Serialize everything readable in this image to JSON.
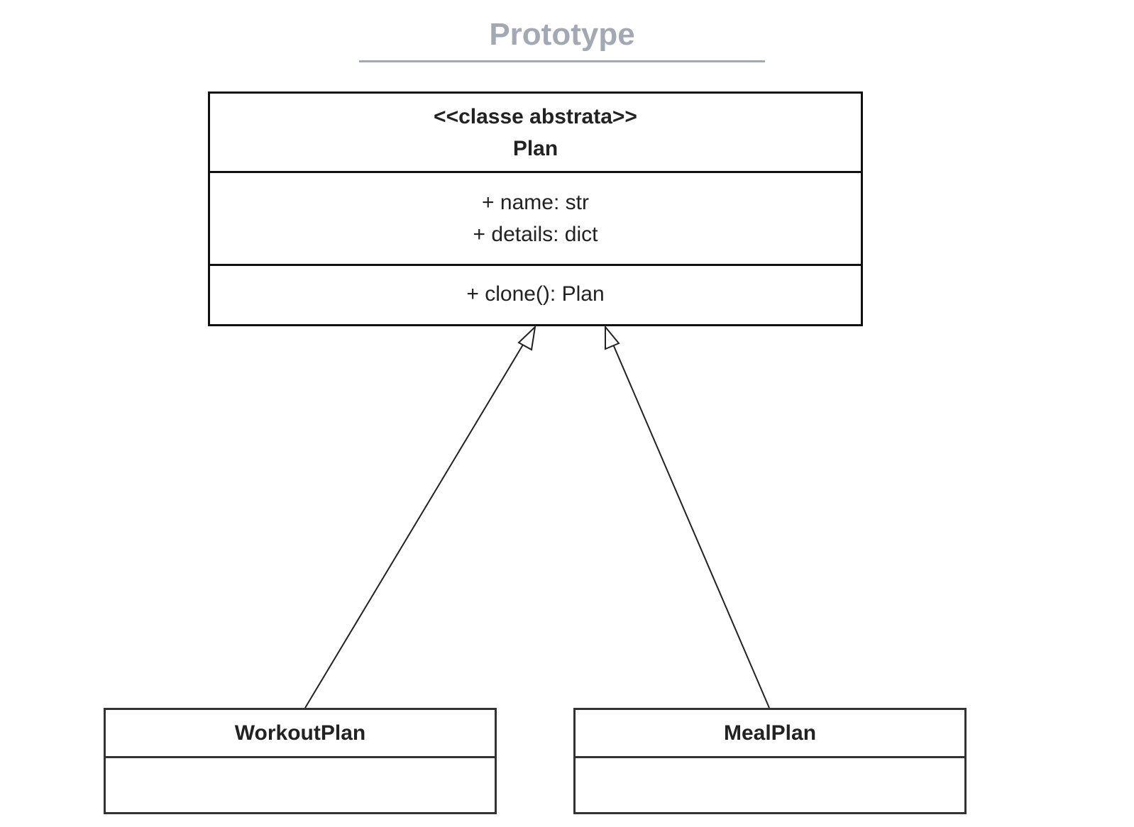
{
  "title": "Prototype",
  "plan": {
    "stereotype": "<<classe abstrata>>",
    "name": "Plan",
    "attributes": [
      "+ name: str",
      "+ details: dict"
    ],
    "methods": [
      "+ clone(): Plan"
    ]
  },
  "subclasses": [
    {
      "name": "WorkoutPlan"
    },
    {
      "name": "MealPlan"
    }
  ],
  "relationships": [
    {
      "type": "generalization",
      "from": "WorkoutPlan",
      "to": "Plan"
    },
    {
      "type": "generalization",
      "from": "MealPlan",
      "to": "Plan"
    }
  ],
  "colors": {
    "title": "#a3a9b3",
    "border": "#111111",
    "text": "#222222"
  }
}
